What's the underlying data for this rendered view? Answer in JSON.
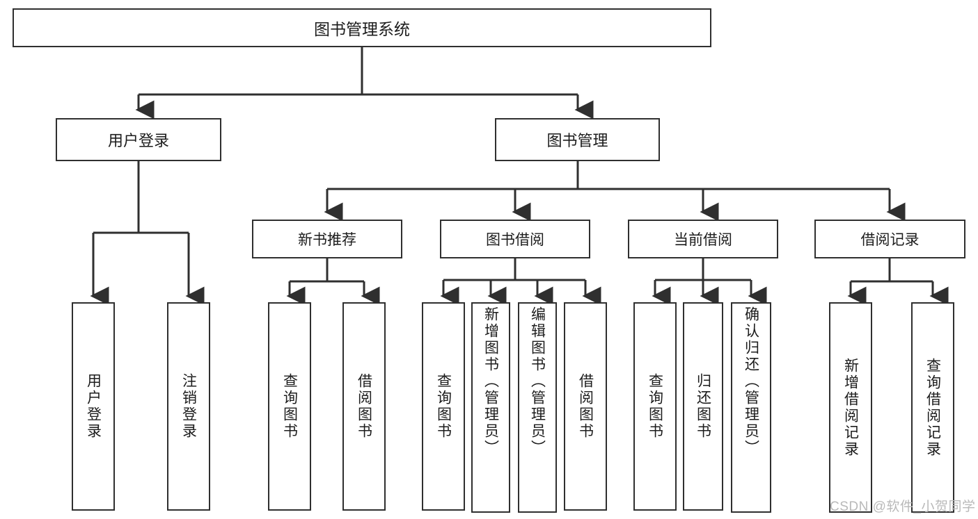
{
  "diagram": {
    "title_node": {
      "label": "图书管理系统"
    },
    "level1": [
      {
        "label": "用户登录"
      },
      {
        "label": "图书管理"
      }
    ],
    "level2": [
      {
        "label": "新书推荐"
      },
      {
        "label": "图书借阅"
      },
      {
        "label": "当前借阅"
      },
      {
        "label": "借阅记录"
      }
    ],
    "leaves": {
      "user_login": [
        {
          "label": "用户登录"
        },
        {
          "label": "注销登录"
        }
      ],
      "new_book_recommend": [
        {
          "label": "查询图书"
        },
        {
          "label": "借阅图书"
        }
      ],
      "book_borrow": [
        {
          "label": "查询图书"
        },
        {
          "label": "新增图书（管理员）"
        },
        {
          "label": "编辑图书（管理员）"
        },
        {
          "label": "借阅图书"
        }
      ],
      "current_borrow": [
        {
          "label": "查询图书"
        },
        {
          "label": "归还图书"
        },
        {
          "label": "确认归还（管理员）"
        }
      ],
      "borrow_record": [
        {
          "label": "新增借阅记录"
        },
        {
          "label": "查询借阅记录"
        }
      ]
    }
  },
  "watermark": {
    "text": "CSDN @软件_小贺同学"
  },
  "colors": {
    "stroke": "#2f2f2f",
    "fill": "#ffffff",
    "text": "#1c1c1c",
    "watermark": "#b9b9b9"
  }
}
